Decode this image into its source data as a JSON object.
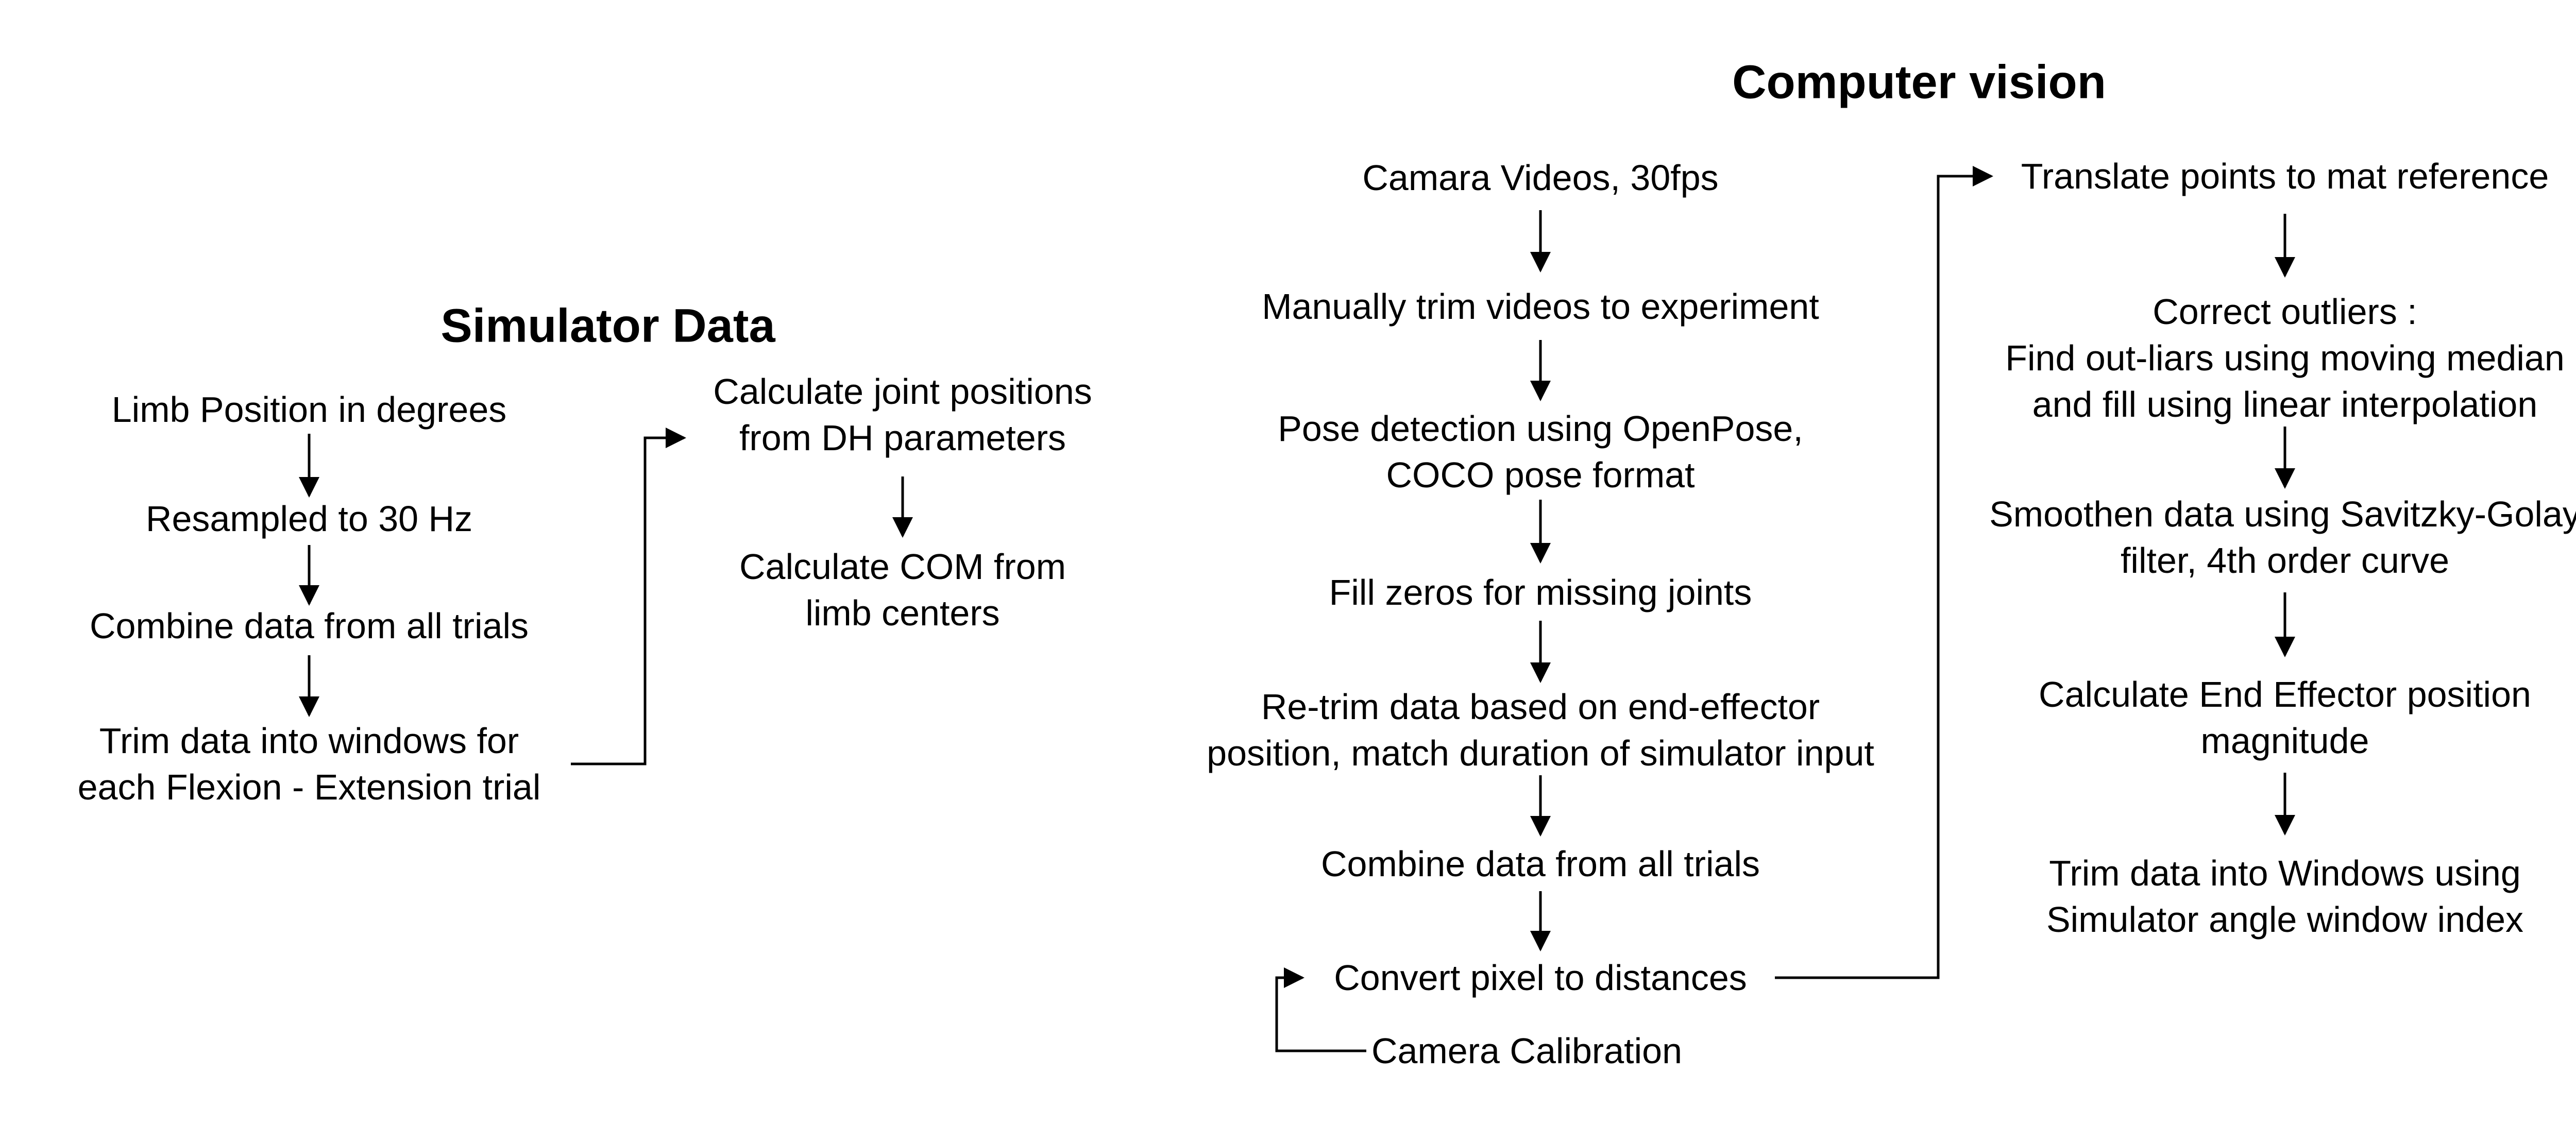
{
  "simulator": {
    "title": "Simulator Data",
    "steps": {
      "limb_position": "Limb Position in degrees",
      "resampled": "Resampled to 30 Hz",
      "combine": "Combine data from all trials",
      "trim_windows": "Trim data into windows for\neach Flexion - Extension trial",
      "joint_positions": "Calculate joint positions\nfrom DH parameters",
      "com": "Calculate COM from\nlimb centers"
    }
  },
  "computer_vision": {
    "title": "Computer vision",
    "steps": {
      "videos": "Camara Videos, 30fps",
      "manual_trim": "Manually trim videos to experiment",
      "pose_detection": "Pose detection using OpenPose,\nCOCO pose format",
      "fill_zeros": "Fill zeros for missing joints",
      "retrim": "Re-trim data based on end-effector\nposition, match duration of simulator input",
      "combine": "Combine data from all trials",
      "convert_pixels": "Convert pixel to distances",
      "calibration": "Camera Calibration",
      "translate": "Translate points to mat reference",
      "outliers": "Correct outliers :\nFind out-liars using moving median\nand fill using linear interpolation",
      "smoothen": "Smoothen data using Savitzky-Golay\nfilter, 4th order curve",
      "end_effector": "Calculate End Effector position\nmagnitude",
      "trim_final": "Trim data into Windows using\nSimulator angle window index"
    }
  },
  "colors": {
    "ink": "#000000",
    "background": "#ffffff"
  }
}
